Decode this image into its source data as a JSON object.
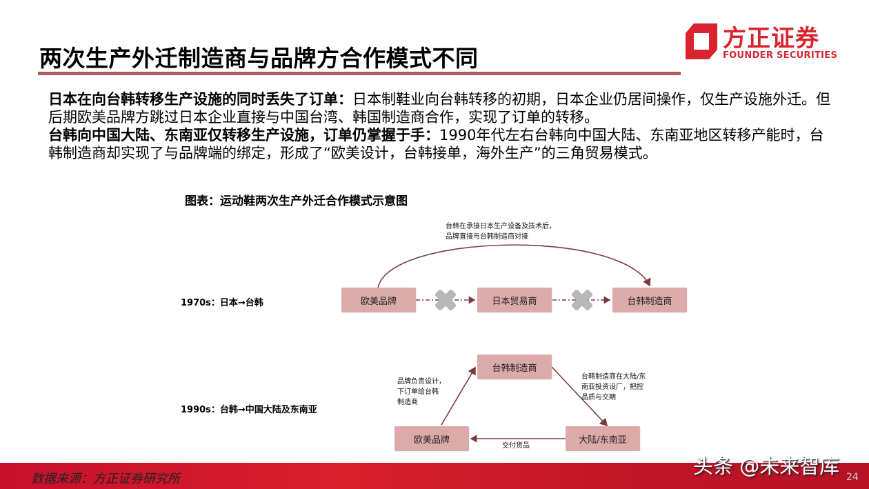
{
  "header": {
    "title": "两次生产外迁制造商与品牌方合作模式不同",
    "accent_color": "#b05a5a"
  },
  "logo": {
    "icon": "founder-square-logo-icon",
    "name_cn": "方正证券",
    "name_en": "FOUNDER SECURITIES",
    "brand_color": "#d9232e"
  },
  "body": {
    "p1_bold": "日本在向台韩转移生产设施的同时丢失了订单：",
    "p1_text": "日本制鞋业向台韩转移的初期，日本企业仍居间操作，仅生产设施外迁。但后期欧美品牌方跳过日本企业直接与中国台湾、韩国制造商合作，实现了订单的转移。",
    "p2_bold": "台韩向中国大陆、东南亚仅转移生产设施，订单仍掌握于手：",
    "p2_text": "1990年代左右台韩向中国大陆、东南亚地区转移产能时，台韩制造商却实现了与品牌端的绑定，形成了“欧美设计，台韩接单，海外生产”的三角贸易模式。"
  },
  "figure": {
    "title": "图表：运动鞋两次生产外迁合作模式示意图",
    "era_1970": {
      "label": "1970s：日本→台韩",
      "boxes": [
        "欧美品牌",
        "日本贸易商",
        "台韩制造商"
      ],
      "arc_note_line1": "台韩在承接日本生产设备及技术后，",
      "arc_note_line2": "品牌直接与台韩制造商对接",
      "cross_icon": "cross-icon"
    },
    "era_1990": {
      "label": "1990s：台韩→中国大陆及东南亚",
      "boxes": {
        "top": "台韩制造商",
        "left": "欧美品牌",
        "right": "大陆/东南亚"
      },
      "left_note": [
        "品牌负责设计，",
        "下订单给台韩",
        "制造商"
      ],
      "right_note": [
        "台韩制造商在大陆/东",
        "南亚投资设厂，把控",
        "品质与交期"
      ],
      "bottom_note": "交付货品"
    },
    "box_color": "#ddaaaa",
    "arrow_color": "#7a3b3b"
  },
  "footer": {
    "source": "数据来源：方正证券研究所",
    "watermark": "头条 @未来智库",
    "page_number": "24"
  }
}
